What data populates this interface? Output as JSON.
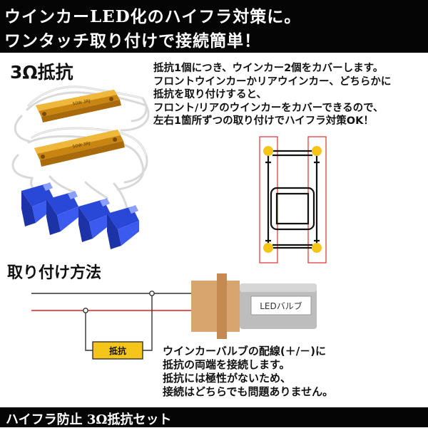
{
  "header": {
    "line1": "ウインカーLED化のハイフラ対策に。",
    "line2": "ワンタッチ取り付けで接続簡単！"
  },
  "resistor_section": {
    "title": "3Ω抵抗",
    "resistor_marking": "50W 3RJ"
  },
  "description": {
    "lines": [
      "抵抗1個につき、ウインカー2個をカバーします。",
      "フロントウインカーかリアウインカー、どちらかに",
      "抵抗を取り付けすると、",
      "フロント/リアのウインカーをカバーできるので、",
      "左右1箇所ずつの取り付けでハイフラ対策OK！"
    ]
  },
  "method_section": {
    "title": "取り付け方法",
    "led_bulb_label": "LEDバルブ",
    "resistor_label": "抵抗"
  },
  "wiring_note": {
    "lines": [
      "ウインカーバルブの配線(＋/－)に",
      "抵抗の両端を接続します。",
      "抵抗には極性がないため、",
      "接続はどちらでも問題ありません。"
    ]
  },
  "footer": {
    "text": "ハイフラ防止 3Ω抵抗セット"
  },
  "colors": {
    "header_bg": "#050505",
    "resistor_gold": "#e3a21d",
    "connector_blue": "#1e3dc8",
    "lamp_yellow": "#f5c518",
    "wire_red": "#e02020",
    "highlight_red": "#e03030",
    "bulb_base": "#d9a56e",
    "bulb_glass": "#bdbdbd"
  }
}
